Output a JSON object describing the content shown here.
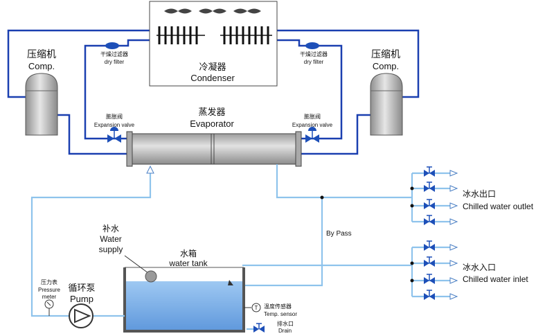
{
  "condenser": {
    "label_cn": "冷凝器",
    "label_en": "Condenser"
  },
  "evaporator": {
    "label_cn": "蒸发器",
    "label_en": "Evaporator"
  },
  "compressor_left": {
    "label_cn": "压缩机",
    "label_en": "Comp."
  },
  "compressor_right": {
    "label_cn": "压缩机",
    "label_en": "Comp."
  },
  "filter_left": {
    "label_cn": "干燥过滤器",
    "label_en": "dry filter"
  },
  "filter_right": {
    "label_cn": "干燥过滤器",
    "label_en": "dry filter"
  },
  "expansion_left": {
    "label_cn": "膨胀阀",
    "label_en": "Expansion valve"
  },
  "expansion_right": {
    "label_cn": "膨胀阀",
    "label_en": "Expansion valve"
  },
  "bypass": {
    "label_en": "By Pass"
  },
  "chilled_outlet": {
    "label_cn": "冰水出口",
    "label_en": "Chilled water outlet"
  },
  "chilled_inlet": {
    "label_cn": "冰水入口",
    "label_en": "Chilled water inlet"
  },
  "water_supply": {
    "label_cn": "补水",
    "label_en_line1": "Water",
    "label_en_line2": "supply"
  },
  "water_tank": {
    "label_cn": "水箱",
    "label_en": "water tank"
  },
  "pressure_meter": {
    "label_cn": "压力表",
    "label_en_line1": "Pressure",
    "label_en_line2": "meter"
  },
  "pump": {
    "label_cn": "循环泵",
    "label_en": "Pump"
  },
  "temp_sensor": {
    "label_cn": "温度传感器",
    "label_en": "Temp. sensor"
  },
  "drain": {
    "label_cn": "排水口",
    "label_en": "Drain"
  },
  "colors": {
    "refrigerant_line": "#1a3fb0",
    "water_line": "#8ec3ec",
    "tank_water": "#6fa8e6",
    "equipment_gray": "#b9b9b9",
    "valve_blue": "#1d4fb8"
  }
}
